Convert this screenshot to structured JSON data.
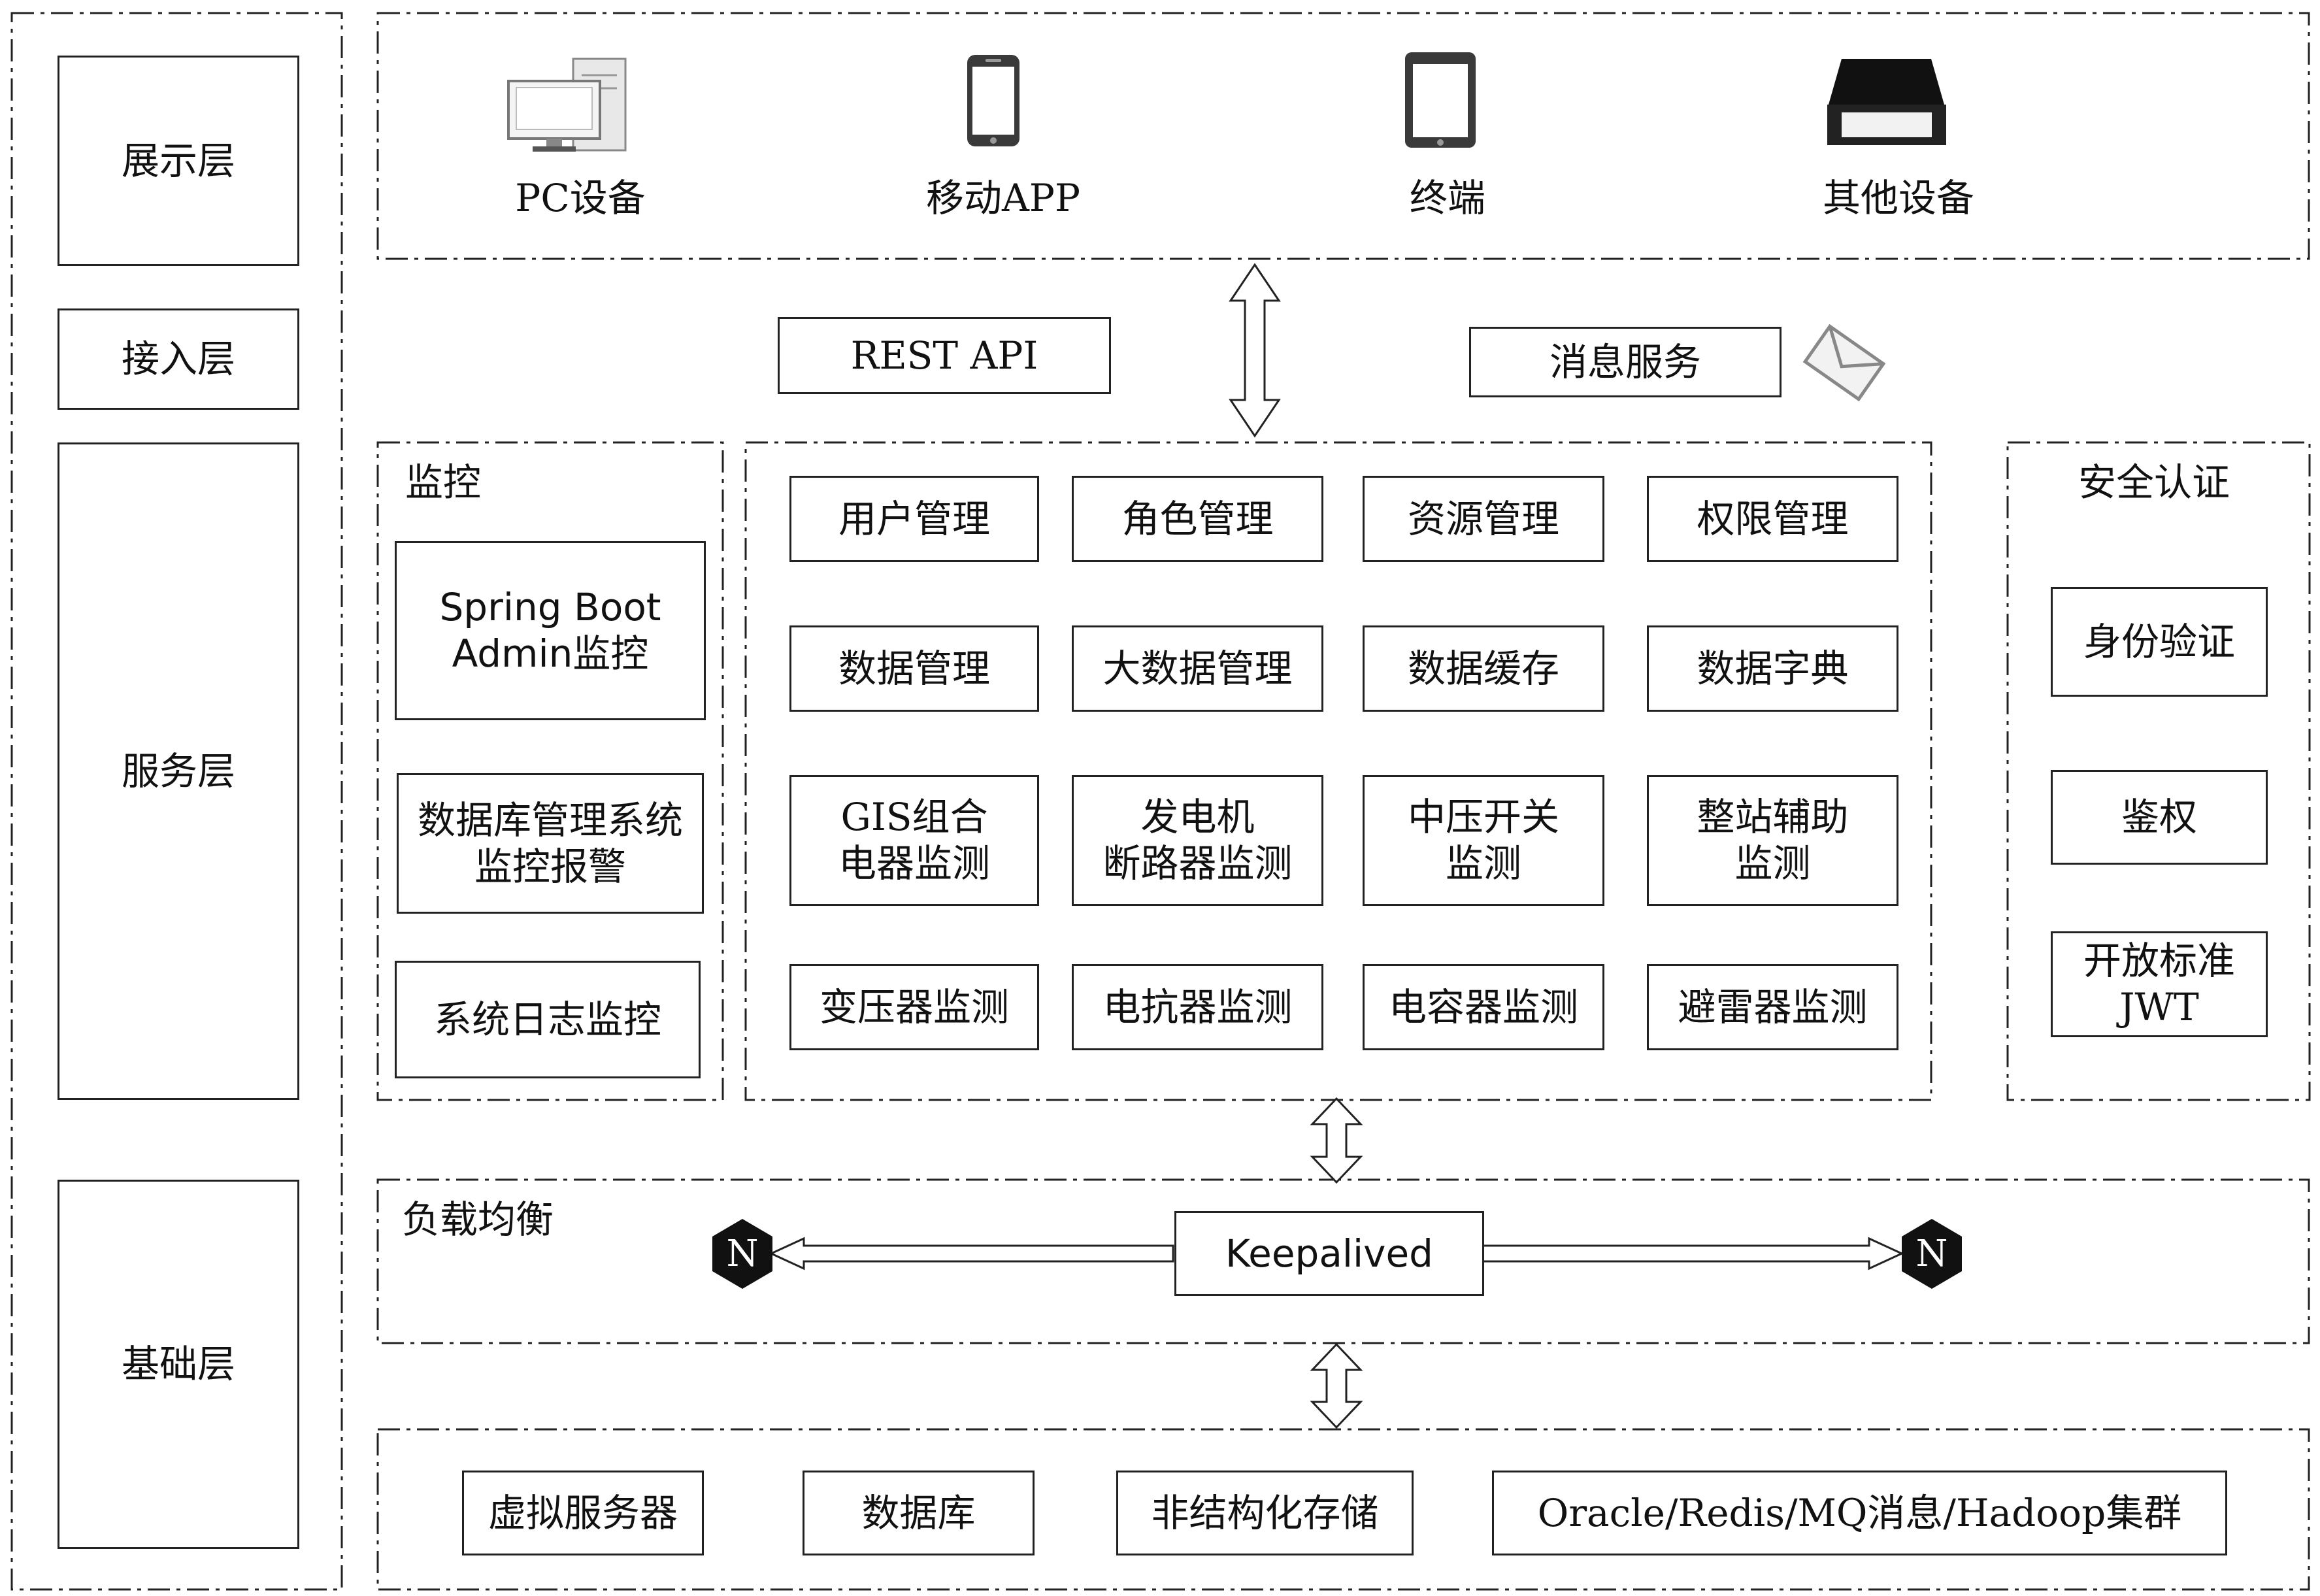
{
  "layers": {
    "display": "展示层",
    "access": "接入层",
    "service": "服务层",
    "base": "基础层"
  },
  "devices": [
    {
      "label": "PC设备",
      "icon": "desktop-pc-icon"
    },
    {
      "label": "移动APP",
      "icon": "smartphone-icon"
    },
    {
      "label": "终端",
      "icon": "tablet-icon"
    },
    {
      "label": "其他设备",
      "icon": "scanner-icon"
    }
  ],
  "access": {
    "rest_api": "REST API",
    "message_service": "消息服务",
    "message_icon": "envelope-icon"
  },
  "monitor": {
    "title": "监控",
    "items": [
      [
        "Spring Boot",
        "Admin监控"
      ],
      [
        "数据库管理系统",
        "监控报警"
      ],
      [
        "系统日志监控"
      ]
    ]
  },
  "services": [
    [
      "用户管理"
    ],
    [
      "角色管理"
    ],
    [
      "资源管理"
    ],
    [
      "权限管理"
    ],
    [
      "数据管理"
    ],
    [
      "大数据管理"
    ],
    [
      "数据缓存"
    ],
    [
      "数据字典"
    ],
    [
      "GIS组合",
      "电器监测"
    ],
    [
      "发电机",
      "断路器监测"
    ],
    [
      "中压开关",
      "监测"
    ],
    [
      "整站辅助",
      "监测"
    ],
    [
      "变压器监测"
    ],
    [
      "电抗器监测"
    ],
    [
      "电容器监测"
    ],
    [
      "避雷器监测"
    ]
  ],
  "security": {
    "title": "安全认证",
    "items": [
      [
        "身份验证"
      ],
      [
        "鉴权"
      ],
      [
        "开放标准",
        "JWT"
      ]
    ]
  },
  "load_balance": {
    "title": "负载均衡",
    "center": "Keepalived",
    "node_left": "N",
    "node_right": "N",
    "node_icon": "nginx-hexagon-icon"
  },
  "infrastructure": [
    "虚拟服务器",
    "数据库",
    "非结构化存储",
    "Oracle/Redis/MQ消息/Hadoop集群"
  ],
  "colors": {
    "line": "#222222",
    "node_fill": "#111111",
    "icon_gray": "#555555"
  }
}
